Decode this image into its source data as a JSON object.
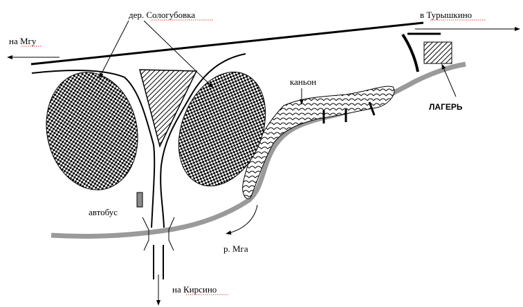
{
  "labels": {
    "village": "дер. Сологубовка",
    "to_turyshkino": "в Турышкино",
    "to_mga": "на Мгу",
    "canyon": "каньон",
    "camp": "ЛАГЕРЬ",
    "bus": "автобус",
    "river": "р. Мга",
    "to_kirsino": "на Кирсино"
  },
  "colors": {
    "road": "#000000",
    "river": "#9a9a9a",
    "background": "#ffffff",
    "spellcheck_underline": "#d40000"
  }
}
